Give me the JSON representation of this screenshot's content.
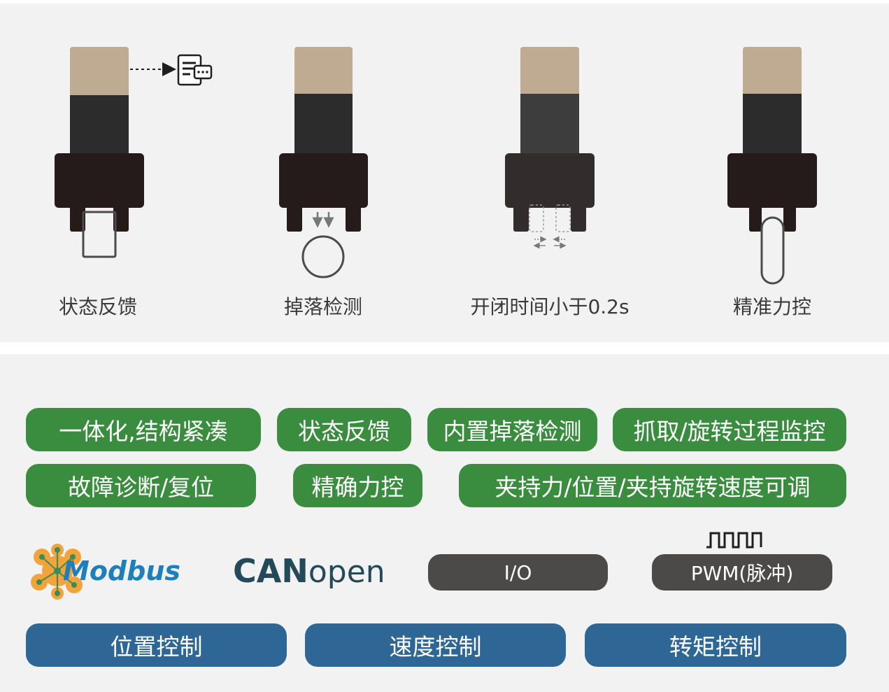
{
  "features": [
    {
      "caption": "状态反馈"
    },
    {
      "caption": "掉落检测"
    },
    {
      "caption": "开闭时间小于0.2s"
    },
    {
      "caption": "精准力控"
    }
  ],
  "tags_row1": [
    "一体化,结构紧凑",
    "状态反馈",
    "内置掉落检测",
    "抓取/旋转过程监控"
  ],
  "tags_row2": [
    "故障诊断/复位",
    "精确力控",
    "夹持力/位置/夹持旋转速度可调"
  ],
  "protocols": {
    "modbus": "Modbus",
    "canopen_bold": "CAN",
    "canopen_light": "open",
    "io": "I/O",
    "pwm": "PWM(脉冲)"
  },
  "modes": [
    "位置控制",
    "速度控制",
    "转矩控制"
  ],
  "colors": {
    "tag_green": "#3a8c3f",
    "mode_blue": "#2e6796",
    "protocol_gray": "#4b4a49",
    "finger_tan": "#bfaa92",
    "body_dark": "#2c2c2c"
  }
}
